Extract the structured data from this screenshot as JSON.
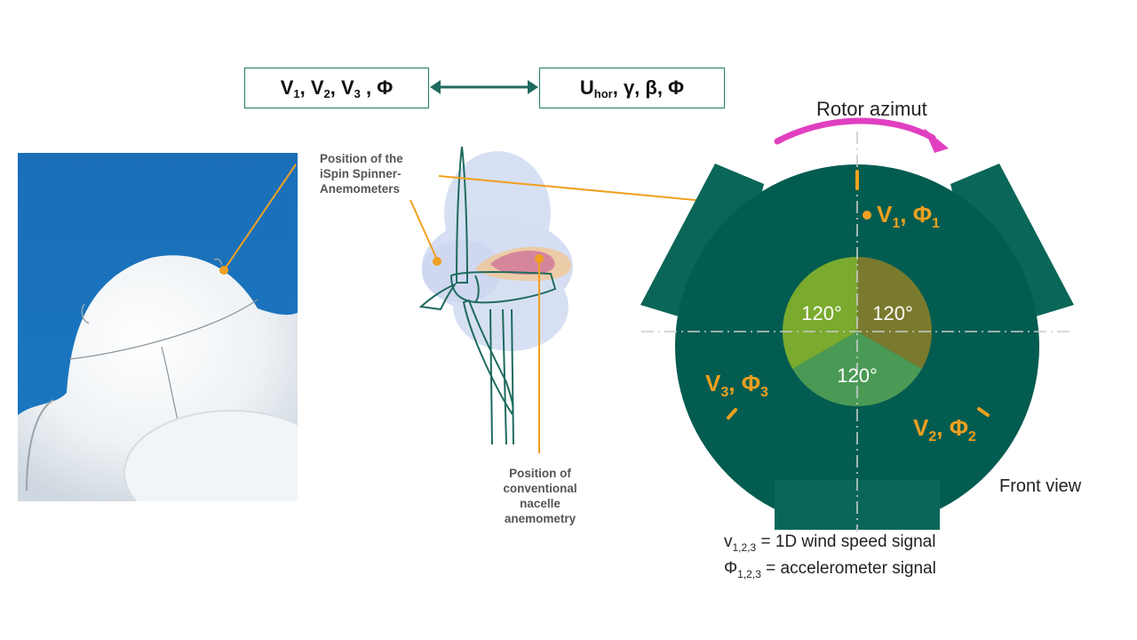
{
  "top_boxes": {
    "left": {
      "parts": [
        "V",
        "1",
        ", V",
        "2",
        ", V",
        "3",
        " , Φ"
      ]
    },
    "right": {
      "parts": [
        "U",
        "hor",
        ", γ, β, Φ"
      ]
    },
    "arrow": "double-arrow-icon"
  },
  "callouts": {
    "spinner": [
      "Position of the",
      "iSpin Spinner-",
      "Anemometers"
    ],
    "nacelle": [
      "Position of",
      "conventional",
      "nacelle",
      "anemometry"
    ]
  },
  "front_diagram": {
    "title": "Rotor azimut",
    "view_label": "Front view",
    "sectors": [
      {
        "label": "120°",
        "color": "#7aaa2e"
      },
      {
        "label": "120°",
        "color": "#7a7a2e"
      },
      {
        "label": "120°",
        "color": "#4a9a55"
      }
    ],
    "sensors": [
      {
        "v": "V",
        "phi": "Φ",
        "index": "1"
      },
      {
        "v": "V",
        "phi": "Φ",
        "index": "2"
      },
      {
        "v": "V",
        "phi": "Φ",
        "index": "3"
      }
    ],
    "colors": {
      "hub": "#035c50",
      "blade": "#0a6658",
      "sensor": "#f0a020",
      "arrow": "#e040c0"
    }
  },
  "legend": [
    {
      "symbol": "v",
      "sub": "1,2,3",
      "text": " = 1D wind speed signal"
    },
    {
      "symbol": "Φ",
      "sub": "1,2,3",
      "text": " = accelerometer signal"
    }
  ]
}
